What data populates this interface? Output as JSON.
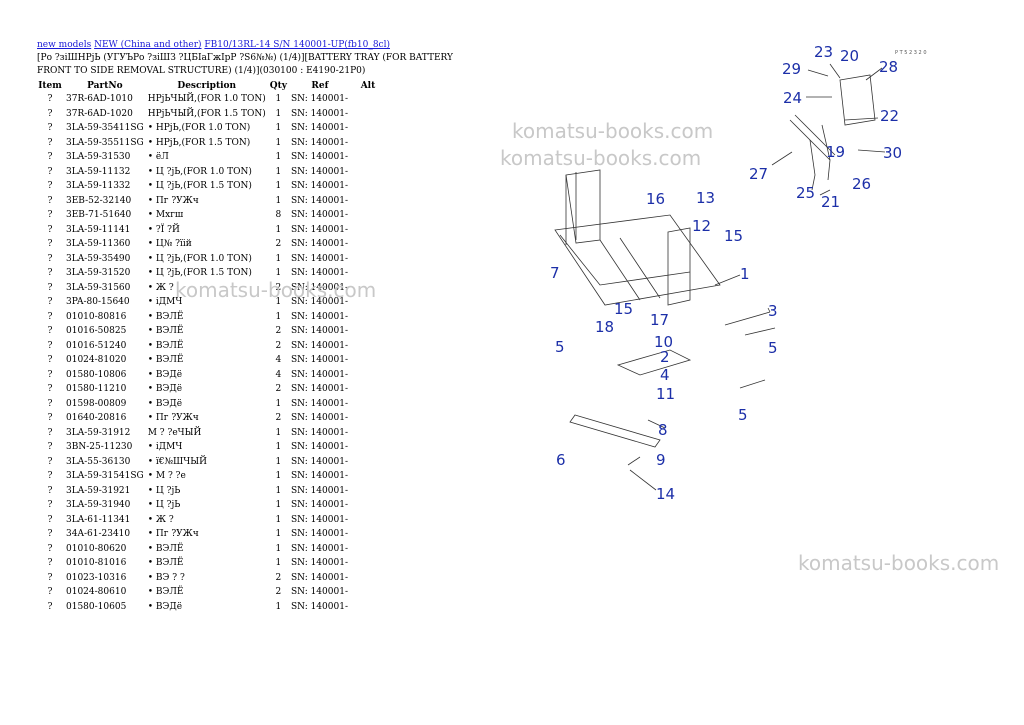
{
  "breadcrumb": {
    "link1": "new models",
    "link2": "NEW (China and other)",
    "link3": "FB10/13RL-14 S/N 140001-UP(fb10_8cl)"
  },
  "title": "[Ро ?зіШНРјЬ (УГУЪРо ?зіШЗ ?ЦБІаГжІрР ?S6№№) (1/4)][BATTERY TRAY (FOR BATTERY FRONT TO SIDE REMOVAL STRUCTURE) (1/4)](030100 : E4190-21P0)",
  "table": {
    "headers": [
      "Item",
      "PartNo",
      "Description",
      "Qty",
      "Ref",
      "Alt"
    ],
    "rows": [
      {
        "item": "?",
        "part": "37R-6AD-1010",
        "desc": "НРјЬЧЫЙ,(FOR 1.0 TON)",
        "qty": "1",
        "ref": "SN: 140001-"
      },
      {
        "item": "?",
        "part": "37R-6AD-1020",
        "desc": "НРјЬЧЫЙ,(FOR 1.5 TON)",
        "qty": "1",
        "ref": "SN: 140001-"
      },
      {
        "item": "?",
        "part": "3LA-59-35411SG",
        "desc": "• НРјЬ,(FOR 1.0 TON)",
        "qty": "1",
        "ref": "SN: 140001-"
      },
      {
        "item": "?",
        "part": "3LA-59-35511SG",
        "desc": "• НРјЬ,(FOR 1.5 TON)",
        "qty": "1",
        "ref": "SN: 140001-"
      },
      {
        "item": "?",
        "part": "3LA-59-31530",
        "desc": "• ёЛ",
        "qty": "1",
        "ref": "SN: 140001-"
      },
      {
        "item": "?",
        "part": "3LA-59-11132",
        "desc": "• Ц ?jЬ,(FOR 1.0 TON)",
        "qty": "1",
        "ref": "SN: 140001-"
      },
      {
        "item": "?",
        "part": "3LA-59-11332",
        "desc": "• Ц ?jЬ,(FOR 1.5 TON)",
        "qty": "1",
        "ref": "SN: 140001-"
      },
      {
        "item": "?",
        "part": "3EB-52-32140",
        "desc": "• Пг ?УЖч",
        "qty": "1",
        "ref": "SN: 140001-"
      },
      {
        "item": "?",
        "part": "3EB-71-51640",
        "desc": "• Мхгш",
        "qty": "8",
        "ref": "SN: 140001-"
      },
      {
        "item": "?",
        "part": "3LA-59-11141",
        "desc": "• ?Ї ?Й",
        "qty": "1",
        "ref": "SN: 140001-"
      },
      {
        "item": "?",
        "part": "3LA-59-11360",
        "desc": "• Ц№ ?їій",
        "qty": "2",
        "ref": "SN: 140001-"
      },
      {
        "item": "?",
        "part": "3LA-59-35490",
        "desc": "• Ц ?jЬ,(FOR 1.0 TON)",
        "qty": "1",
        "ref": "SN: 140001-"
      },
      {
        "item": "?",
        "part": "3LA-59-31520",
        "desc": "• Ц ?jЬ,(FOR 1.5 TON)",
        "qty": "1",
        "ref": "SN: 140001-"
      },
      {
        "item": "?",
        "part": "3LA-59-31560",
        "desc": "• Ж ?",
        "qty": "2",
        "ref": "SN: 140001-"
      },
      {
        "item": "?",
        "part": "3PA-80-15640",
        "desc": "• іДМЧ",
        "qty": "1",
        "ref": "SN: 140001-"
      },
      {
        "item": "?",
        "part": "01010-80816",
        "desc": "• ВЭЛЁ",
        "qty": "1",
        "ref": "SN: 140001-"
      },
      {
        "item": "?",
        "part": "01016-50825",
        "desc": "• ВЭЛЁ",
        "qty": "2",
        "ref": "SN: 140001-"
      },
      {
        "item": "?",
        "part": "01016-51240",
        "desc": "• ВЭЛЁ",
        "qty": "2",
        "ref": "SN: 140001-"
      },
      {
        "item": "?",
        "part": "01024-81020",
        "desc": "• ВЭЛЁ",
        "qty": "4",
        "ref": "SN: 140001-"
      },
      {
        "item": "?",
        "part": "01580-10806",
        "desc": "• ВЭДё",
        "qty": "4",
        "ref": "SN: 140001-"
      },
      {
        "item": "?",
        "part": "01580-11210",
        "desc": "• ВЭДё",
        "qty": "2",
        "ref": "SN: 140001-"
      },
      {
        "item": "?",
        "part": "01598-00809",
        "desc": "• ВЭДё",
        "qty": "1",
        "ref": "SN: 140001-"
      },
      {
        "item": "?",
        "part": "01640-20816",
        "desc": "• Пг ?УЖч",
        "qty": "2",
        "ref": "SN: 140001-"
      },
      {
        "item": "?",
        "part": "3LA-59-31912",
        "desc": "М ? ?еЧЫЙ",
        "qty": "1",
        "ref": "SN: 140001-"
      },
      {
        "item": "?",
        "part": "3BN-25-11230",
        "desc": "• іДМЧ",
        "qty": "1",
        "ref": "SN: 140001-"
      },
      {
        "item": "?",
        "part": "3LA-55-36130",
        "desc": "• ї€№ШЧЫЙ",
        "qty": "1",
        "ref": "SN: 140001-"
      },
      {
        "item": "?",
        "part": "3LA-59-31541SG",
        "desc": "• М ? ?е",
        "qty": "1",
        "ref": "SN: 140001-"
      },
      {
        "item": "?",
        "part": "3LA-59-31921",
        "desc": "• Ц ?jЬ",
        "qty": "1",
        "ref": "SN: 140001-"
      },
      {
        "item": "?",
        "part": "3LA-59-31940",
        "desc": "• Ц ?jЬ",
        "qty": "1",
        "ref": "SN: 140001-"
      },
      {
        "item": "?",
        "part": "3LA-61-11341",
        "desc": "• Ж ?",
        "qty": "1",
        "ref": "SN: 140001-"
      },
      {
        "item": "?",
        "part": "34A-61-23410",
        "desc": "• Пг ?УЖч",
        "qty": "1",
        "ref": "SN: 140001-"
      },
      {
        "item": "?",
        "part": "01010-80620",
        "desc": "• ВЭЛЁ",
        "qty": "1",
        "ref": "SN: 140001-"
      },
      {
        "item": "?",
        "part": "01010-81016",
        "desc": "• ВЭЛЁ",
        "qty": "1",
        "ref": "SN: 140001-"
      },
      {
        "item": "?",
        "part": "01023-10316",
        "desc": "• ВЭ ? ?",
        "qty": "2",
        "ref": "SN: 140001-"
      },
      {
        "item": "?",
        "part": "01024-80610",
        "desc": "• ВЭЛЁ",
        "qty": "2",
        "ref": "SN: 140001-"
      },
      {
        "item": "?",
        "part": "01580-10605",
        "desc": "• ВЭДё",
        "qty": "1",
        "ref": "SN: 140001-"
      }
    ]
  },
  "watermark": "komatsu-books.com",
  "diagram": {
    "code": "P T 5 2 3 2 0",
    "callouts": [
      "1",
      "2",
      "3",
      "4",
      "5",
      "5",
      "5",
      "6",
      "7",
      "8",
      "9",
      "10",
      "11",
      "12",
      "13",
      "14",
      "15",
      "15",
      "16",
      "17",
      "18",
      "19",
      "20",
      "21",
      "22",
      "23",
      "24",
      "25",
      "26",
      "27",
      "28",
      "29",
      "30"
    ]
  }
}
